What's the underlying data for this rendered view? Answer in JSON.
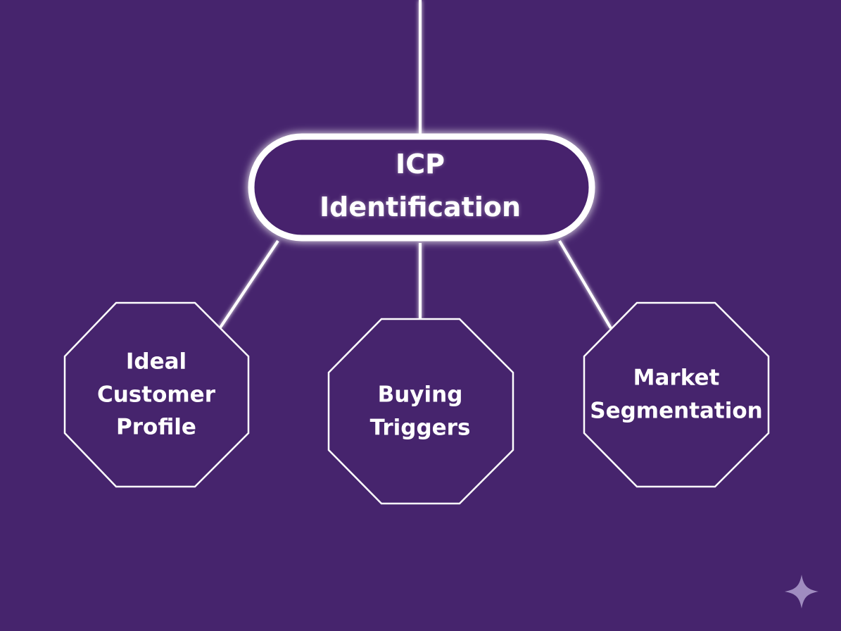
{
  "diagram": {
    "root": {
      "lines": [
        "ICP",
        "Identification"
      ]
    },
    "children": [
      {
        "lines": [
          "Ideal",
          "Customer",
          "Profile"
        ]
      },
      {
        "lines": [
          "Buying",
          "Triggers"
        ]
      },
      {
        "lines": [
          "Market",
          "Segmentation"
        ]
      }
    ]
  },
  "colors": {
    "background": "#46246d",
    "stroke": "#ffffff",
    "sparkle": "#a08cc0"
  },
  "icons": {
    "corner": "sparkle-icon"
  }
}
